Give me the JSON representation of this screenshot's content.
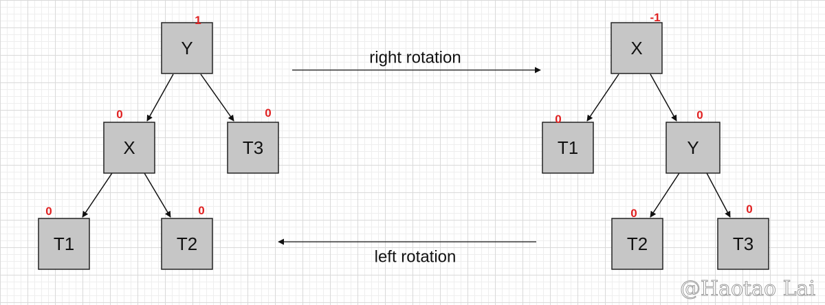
{
  "diagram": {
    "left_tree": {
      "nodes": {
        "y": {
          "label": "Y",
          "balance": "1"
        },
        "x": {
          "label": "X",
          "balance": "0"
        },
        "t3": {
          "label": "T3",
          "balance": "0"
        },
        "t1": {
          "label": "T1",
          "balance": "0"
        },
        "t2": {
          "label": "T2",
          "balance": "0"
        }
      }
    },
    "right_tree": {
      "nodes": {
        "x": {
          "label": "X",
          "balance": "-1"
        },
        "t1": {
          "label": "T1",
          "balance": "0"
        },
        "y": {
          "label": "Y",
          "balance": "0"
        },
        "t2": {
          "label": "T2",
          "balance": "0"
        },
        "t3": {
          "label": "T3",
          "balance": "0"
        }
      }
    },
    "operations": {
      "right_rotation": "right rotation",
      "left_rotation": "left rotation"
    },
    "watermark": "@Haotao Lai",
    "colors": {
      "node_fill": "#c6c6c6",
      "node_stroke": "#222222",
      "balance_text": "#e02020",
      "edge": "#111111"
    }
  }
}
